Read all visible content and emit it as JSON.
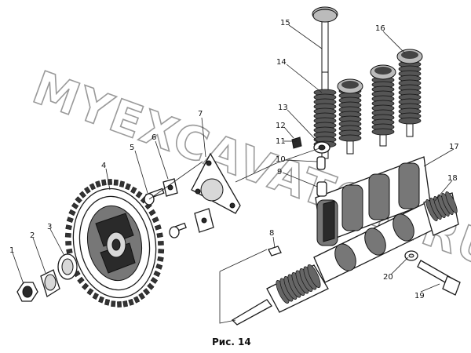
{
  "figure": {
    "caption": "Рис. 14"
  },
  "watermark": {
    "text": "MYEXCAVATOR.RU"
  },
  "callouts": [
    {
      "id": "c1",
      "label": "1"
    },
    {
      "id": "c2",
      "label": "2"
    },
    {
      "id": "c3",
      "label": "3"
    },
    {
      "id": "c4",
      "label": "4"
    },
    {
      "id": "c5a",
      "label": "5"
    },
    {
      "id": "c6",
      "label": "6"
    },
    {
      "id": "c7",
      "label": "7"
    },
    {
      "id": "c8",
      "label": "8"
    },
    {
      "id": "c9",
      "label": "9"
    },
    {
      "id": "c10",
      "label": "10"
    },
    {
      "id": "c11",
      "label": "11"
    },
    {
      "id": "c12",
      "label": "12"
    },
    {
      "id": "c13",
      "label": "13"
    },
    {
      "id": "c14",
      "label": "14"
    },
    {
      "id": "c15",
      "label": "15"
    },
    {
      "id": "c16",
      "label": "16"
    },
    {
      "id": "c17",
      "label": "17"
    },
    {
      "id": "c18",
      "label": "18"
    },
    {
      "id": "c19",
      "label": "19"
    },
    {
      "id": "c20",
      "label": "20"
    }
  ]
}
